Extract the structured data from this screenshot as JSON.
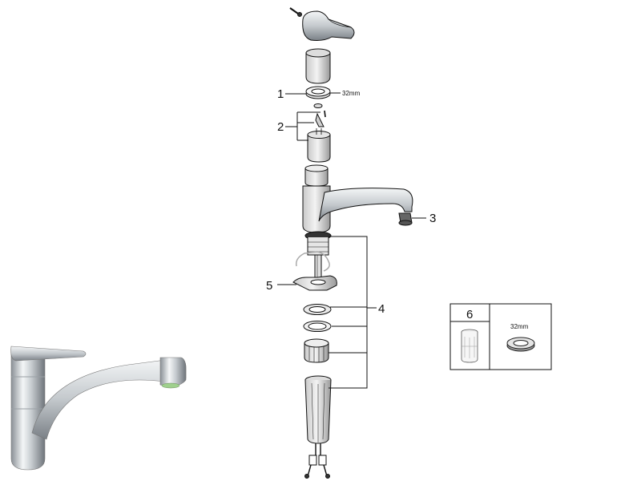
{
  "callouts": {
    "c1": "1",
    "c2": "2",
    "c3": "3",
    "c4": "4",
    "c5": "5",
    "c6": "6"
  },
  "dimensions": {
    "ring_size": "32mm",
    "kit_ring_size": "32mm"
  },
  "colors": {
    "line": "#111111",
    "chrome_dark": "#7d8389",
    "chrome_light": "#eef1f3",
    "aerator": "#9fd08d"
  }
}
